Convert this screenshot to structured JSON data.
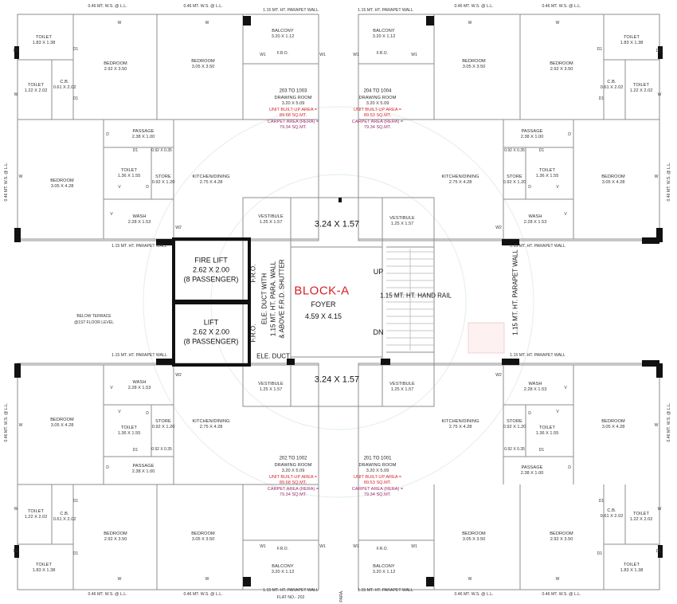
{
  "block": {
    "title": "BLOCK-A",
    "foyer_label": "FOYER",
    "foyer_dim": "4.59 X 4.15",
    "lobby_dim": "3.24 X 1.57"
  },
  "lifts": {
    "fire_lift": {
      "name": "FIRE LIFT",
      "dim": "2.62 X 2.00",
      "capacity": "(8 PASSENGER)"
    },
    "lift": {
      "name": "LIFT",
      "dim": "2.62 X 2.00",
      "capacity": "(8 PASSENGER)"
    },
    "fro": "F.R.O.",
    "duct_note_1": "ELE. DUCT WITH",
    "duct_note_2": "1.15 MT. HT. PARA. WALL",
    "duct_note_3": "& ABOVE F.R.D. SHUTTER",
    "ele_duct": "ELE. DUCT"
  },
  "stair": {
    "up": "UP",
    "down": "DN",
    "hand_rail": "1.15 MT. HT. HAND RAIL",
    "parapet": "1.15 MT. HT. PARAPET WALL"
  },
  "terrace": {
    "line1": "BELOW TERRACE",
    "line2": "@1ST FLOOR LEVEL"
  },
  "labels": {
    "parapet_115": "1.15 MT. HT. PARAPET WALL",
    "parapet_046": "0.46 MT. W.S. @ L.L.",
    "flat_no": "FLAT NO.- 202",
    "para": "PARA."
  },
  "rooms": {
    "toilet": "TOILET",
    "bedroom": "BEDROOM",
    "cb": "C.B.",
    "passage": "PASSAGE",
    "store": "STORE",
    "wash": "WASH",
    "kitchen": "KITCHEN/DINING",
    "balcony": "BALCONY",
    "fro": "F.R.O.",
    "vestibule": "VESTIBULE",
    "drawing": "DRAWING ROOM"
  },
  "dims": {
    "toilet_a": "1.83 X 1.38",
    "toilet_b": "1.22 X 2.02",
    "cb": "0.61 X 2.02",
    "bed_292": "2.92 X 3.50",
    "bed_305": "3.05 X 3.50",
    "bed_428": "3.05 X 4.28",
    "passage": "2.38 X 1.00",
    "toilet_c": "1.36 X 1.55",
    "store": "0.92 X 1.20",
    "shaft": "0.92 X 0.35",
    "wash": "2.28 X 1.53",
    "kitchen": "2.75 X 4.28",
    "balcony": "3.20 X 1.12",
    "vestibule": "1.25 X 1.57",
    "drawing": "3.20 X 5.09"
  },
  "units": [
    {
      "no": "203 TO 1003",
      "built_up_1": "UNIT BUILT-UP AREA =",
      "built_up_2": "89.68 SQ.MT.",
      "carpet_1": "CARPET AREA (RERA) =",
      "carpet_2": "79.34 SQ.MT."
    },
    {
      "no": "204 TO 1004",
      "built_up_1": "UNIT BUILT-UP AREA =",
      "built_up_2": "89.53 SQ.MT.",
      "carpet_1": "CARPET AREA (RERA) =",
      "carpet_2": "79.34 SQ.MT."
    },
    {
      "no": "202 TO 1002",
      "built_up_1": "UNIT BUILT-UP AREA =",
      "built_up_2": "89.68 SQ.MT.",
      "carpet_1": "CARPET AREA (RERA) =",
      "carpet_2": "79.34 SQ.MT."
    },
    {
      "no": "201 TO 1001",
      "built_up_1": "UNIT BUILT-UP AREA =",
      "built_up_2": "89.53 SQ.MT.",
      "carpet_1": "CARPET AREA (RERA) =",
      "carpet_2": "79.34 SQ.MT."
    }
  ],
  "marks": {
    "d": "D",
    "d1": "D1",
    "w": "W",
    "w1": "W1",
    "w2": "W2",
    "v": "V"
  }
}
